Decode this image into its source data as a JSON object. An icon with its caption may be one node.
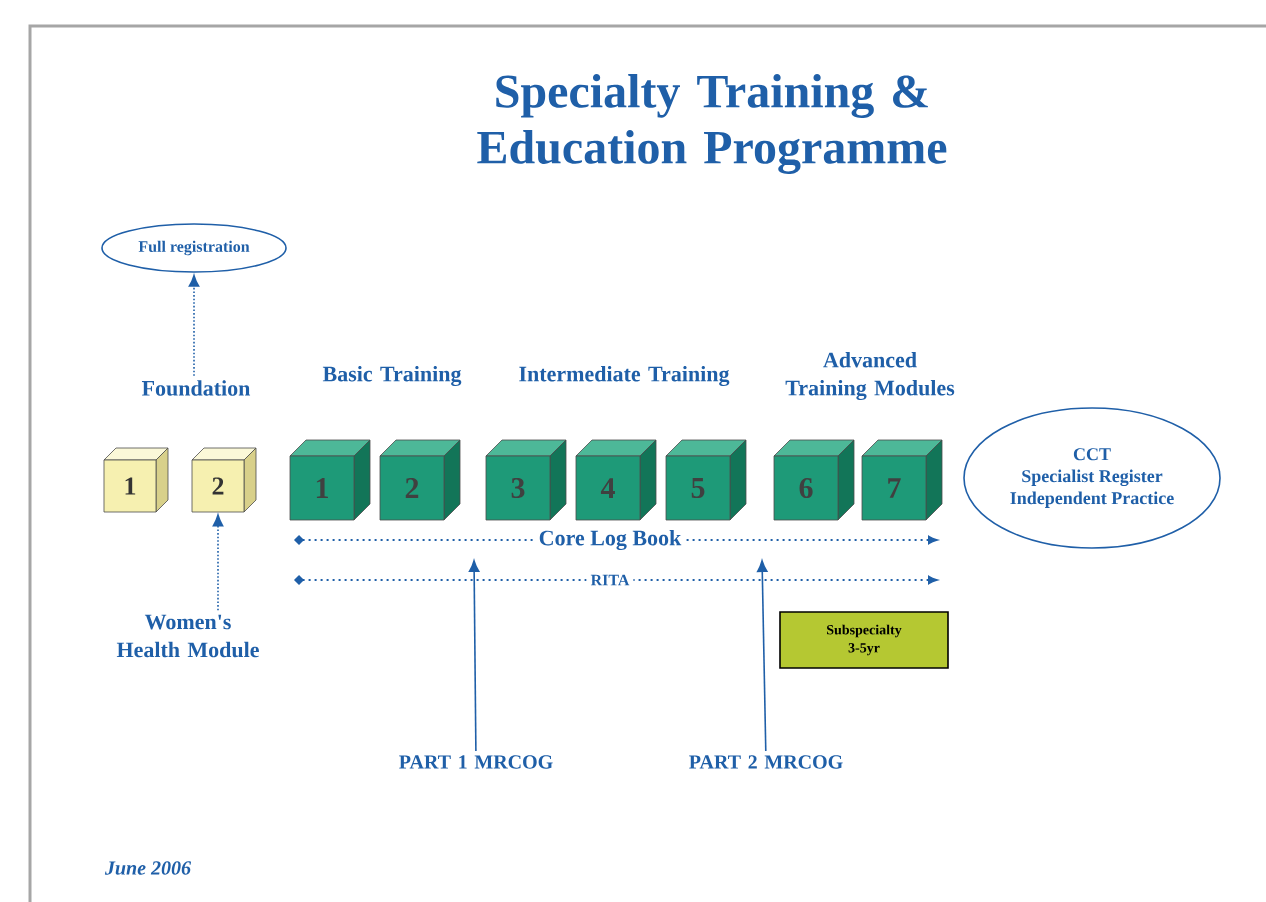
{
  "diagram": {
    "title": "Specialty Training & Education Programme",
    "nodes": [
      {
        "text": [
          "Full registration"
        ]
      },
      {
        "text": [
          "Foundation"
        ]
      },
      {
        "text": [
          "1"
        ]
      },
      {
        "text": [
          "2"
        ]
      },
      {
        "text": [
          "1"
        ]
      },
      {
        "text": [
          "2"
        ]
      },
      {
        "text": [
          "3"
        ]
      },
      {
        "text": [
          "4"
        ]
      },
      {
        "text": [
          "5"
        ]
      },
      {
        "text": [
          "6"
        ]
      },
      {
        "text": [
          "7"
        ]
      },
      {
        "text": [
          "CCT",
          "Specialist Register",
          "Independent Practice"
        ]
      },
      {
        "text": [
          "Women's Health Module"
        ]
      },
      {
        "text": [
          "Subspecialty 3-5yr"
        ]
      },
      {
        "text": [
          "PART 1 MRCOG"
        ]
      },
      {
        "text": [
          "PART 2 MRCOG"
        ]
      }
    ],
    "edges": [
      {
        "from": 1,
        "to": 0,
        "arrow": "to",
        "style": "dashed"
      },
      {
        "from": 12,
        "to": 3,
        "arrow": "to",
        "style": "dashed"
      },
      {
        "from": 14,
        "to": null,
        "arrow": "to"
      },
      {
        "from": 15,
        "to": null,
        "arrow": "to"
      }
    ],
    "labels": [
      "Basic Training",
      "Intermediate Training",
      "Advanced Training Modules",
      "Core Log Book",
      "RITA",
      "June 2006"
    ]
  }
}
